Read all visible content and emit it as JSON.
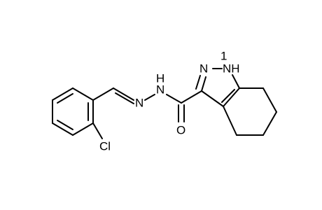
{
  "molecule": {
    "atom_labels": {
      "chlorine": "Cl",
      "hydrazone_n_imine": "N",
      "hydrazone_n_amide": "N",
      "amide_nh_h": "H",
      "carbonyl_o": "O",
      "pyrazole_n_imine": "N",
      "pyrazole_nh": "NH",
      "pyrazole_h1": "1"
    }
  }
}
